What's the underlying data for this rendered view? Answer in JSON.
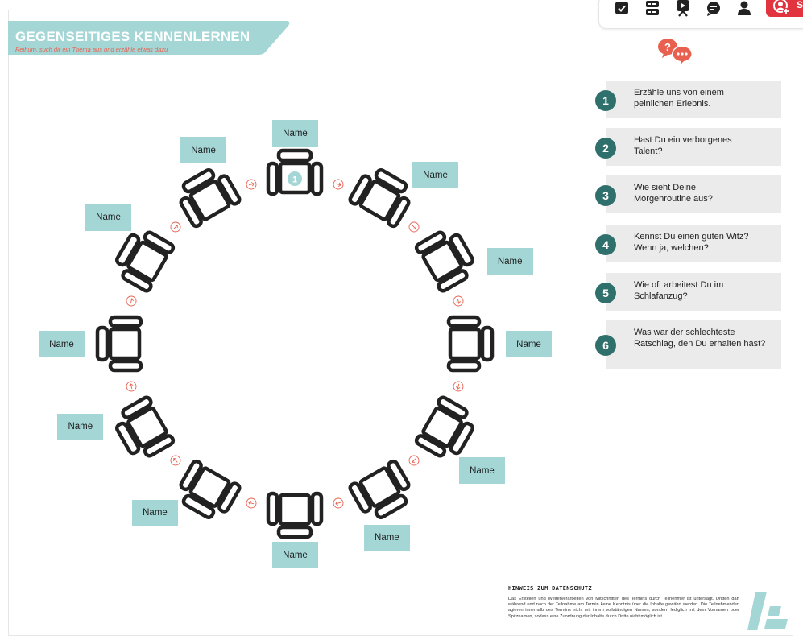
{
  "banner": {
    "title": "GEGENSEITIGES KENNENLERNEN",
    "subtitle": "Reihum, such dir ein Thema aus und erzähle etwas dazu"
  },
  "toolbar": {
    "icons": [
      "checkbox-icon",
      "list-icon",
      "presentation-icon",
      "chat-icon",
      "user-icon"
    ],
    "share_label": "S"
  },
  "colors": {
    "teal": "#a4d6d6",
    "dark_teal": "#2f6f6c",
    "coral": "#e8604f",
    "share_red": "#e2343f",
    "question_bg": "#ebebeb"
  },
  "seats": {
    "label": "Name",
    "start_marker": "1",
    "count": 12
  },
  "questions": [
    {
      "num": "1",
      "text": "Erzähle uns von einem peinlichen Erlebnis."
    },
    {
      "num": "2",
      "text": "Hast Du ein verborgenes Talent?"
    },
    {
      "num": "3",
      "text": "Wie sieht Deine Morgenroutine aus?"
    },
    {
      "num": "4",
      "text": "Kennst Du einen guten Witz? Wenn ja, welchen?"
    },
    {
      "num": "5",
      "text": "Wie oft arbeitest Du im Schlafanzug?"
    },
    {
      "num": "6",
      "text": "Was war der schlechteste Ratschlag, den Du erhalten hast?"
    }
  ],
  "privacy": {
    "title": "HINWEIS ZUM DATENSCHUTZ",
    "text": "Das Erstellen und Weiterverarbeiten von Mitschnitten des Termins durch Teilnehmer ist untersagt. Dritten darf während und nach der Teilnahme am Termin keine Kenntnis über die Inhalte gewährt werden. Die Teilnehmenden agieren innerhalb des Termins nicht mit ihrem vollständigen Namen, sondern lediglich mit dem Vornamen oder Spitznamen, sodass eine Zuordnung der Inhalte durch Dritte nicht möglich ist."
  }
}
